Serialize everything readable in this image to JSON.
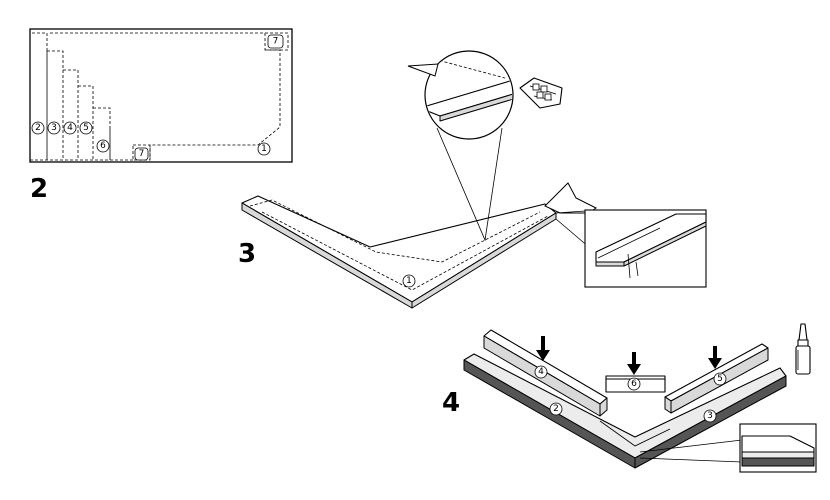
{
  "steps": {
    "s2": "2",
    "s3": "3",
    "s4": "4"
  },
  "parts": {
    "p1": "1",
    "p2": "2",
    "p3": "3",
    "p4": "4",
    "p5": "5",
    "p6": "6",
    "p7": "7"
  }
}
